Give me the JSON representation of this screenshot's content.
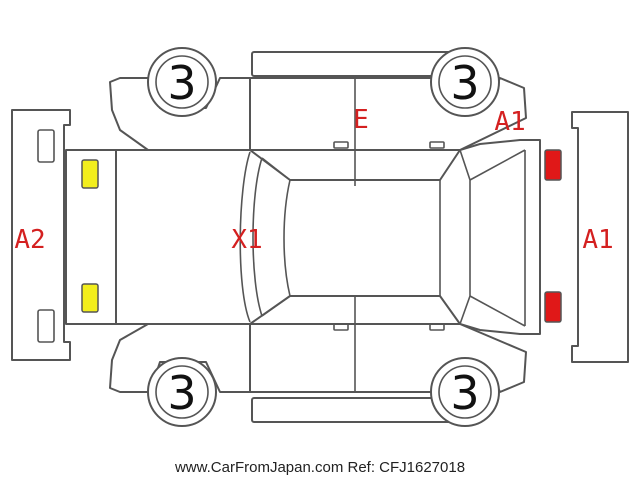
{
  "wheels": {
    "front_left": "3",
    "front_right": "3",
    "rear_left": "3",
    "rear_right": "3"
  },
  "damage_codes": {
    "roof": "X1",
    "right_doors": "E",
    "right_front_fender": "A1",
    "front_bumper": "A1",
    "rear_bumper": "A2"
  },
  "colors": {
    "code_text": "#d42020",
    "yellow_marker": "#f2ee1c",
    "red_marker": "#e01818",
    "outline": "#555555"
  },
  "footer": "www.CarFromJapan.com Ref: CFJ1627018"
}
